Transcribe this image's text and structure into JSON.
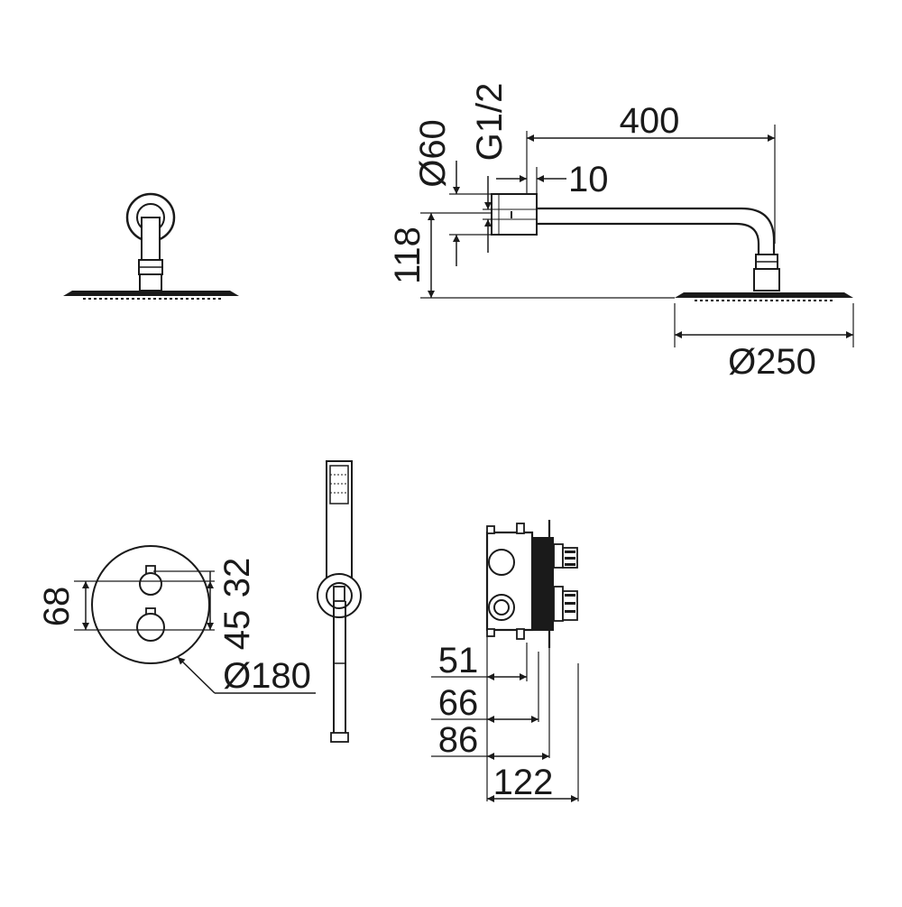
{
  "drawing": {
    "dimensions": {
      "arm_length": "400",
      "thread": "G1/2",
      "flange_diameter": "Ø60",
      "offset": "10",
      "height": "118",
      "head_diameter": "Ø250",
      "valve_spacing_68": "68",
      "valve_spacing_32": "32",
      "valve_spacing_45": "45",
      "plate_diameter": "Ø180",
      "depth_51": "51",
      "depth_66": "66",
      "depth_86": "86",
      "depth_122": "122"
    },
    "colors": {
      "ink": "#1a1a1a",
      "background": "#ffffff"
    }
  }
}
